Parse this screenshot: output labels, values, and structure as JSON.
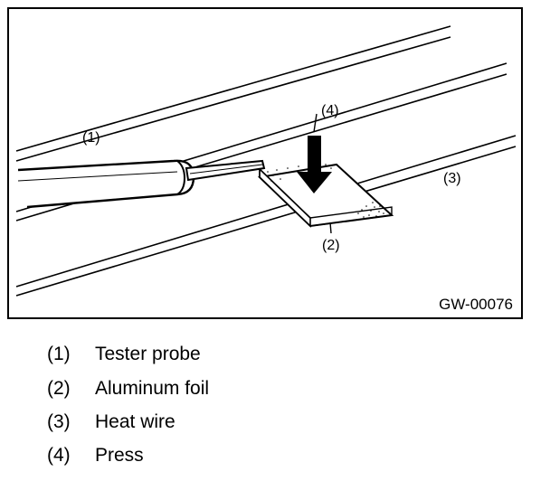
{
  "figure": {
    "code": "GW-00076",
    "callouts": {
      "c1": "(1)",
      "c2": "(2)",
      "c3": "(3)",
      "c4": "(4)"
    },
    "icons": [
      "tester-probe",
      "aluminum-foil",
      "heat-wire",
      "press-arrow"
    ]
  },
  "legend": [
    {
      "num": "(1)",
      "text": "Tester probe"
    },
    {
      "num": "(2)",
      "text": "Aluminum foil"
    },
    {
      "num": "(3)",
      "text": "Heat wire"
    },
    {
      "num": "(4)",
      "text": "Press"
    }
  ]
}
